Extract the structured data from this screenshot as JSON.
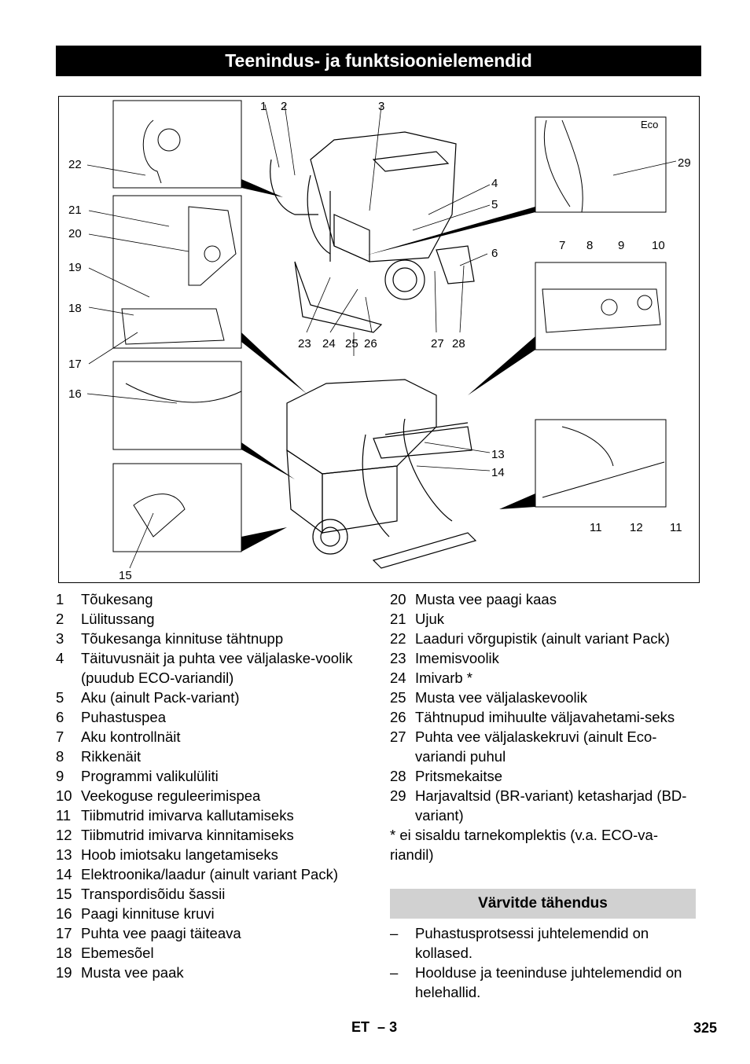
{
  "title": "Teenindus- ja funktsioonielemendid",
  "figure": {
    "callouts": [
      "1",
      "2",
      "3",
      "4",
      "5",
      "6",
      "7",
      "8",
      "9",
      "10",
      "11",
      "11",
      "12",
      "13",
      "14",
      "15",
      "16",
      "17",
      "18",
      "19",
      "20",
      "21",
      "22",
      "23",
      "24",
      "25",
      "26",
      "27",
      "28",
      "29"
    ],
    "eco_label": "Eco"
  },
  "legend_left": [
    {
      "num": "1",
      "text": "Tõukesang"
    },
    {
      "num": "2",
      "text": "Lülitussang"
    },
    {
      "num": "3",
      "text": "Tõukesanga kinnituse tähtnupp"
    },
    {
      "num": "4",
      "text": "Täituvusnäit ja puhta vee väljalaske-voolik (puudub ECO-variandil)"
    },
    {
      "num": "5",
      "text": "Aku (ainult Pack-variant)"
    },
    {
      "num": "6",
      "text": "Puhastuspea"
    },
    {
      "num": "7",
      "text": "Aku kontrollnäit"
    },
    {
      "num": "8",
      "text": "Rikkenäit"
    },
    {
      "num": "9",
      "text": "Programmi valikulüliti"
    },
    {
      "num": "10",
      "text": "Veekoguse reguleerimispea"
    },
    {
      "num": "11",
      "text": "Tiibmutrid imivarva kallutamiseks"
    },
    {
      "num": "12",
      "text": "Tiibmutrid imivarva kinnitamiseks"
    },
    {
      "num": "13",
      "text": "Hoob imiotsaku langetamiseks"
    },
    {
      "num": "14",
      "text": "Elektroonika/laadur (ainult variant Pack)"
    },
    {
      "num": "15",
      "text": "Transpordisõidu šassii"
    },
    {
      "num": "16",
      "text": "Paagi kinnituse kruvi"
    },
    {
      "num": "17",
      "text": "Puhta vee paagi täiteava"
    },
    {
      "num": "18",
      "text": "Ebemesõel"
    },
    {
      "num": "19",
      "text": "Musta vee paak"
    }
  ],
  "legend_right": [
    {
      "num": "20",
      "text": "Musta vee paagi kaas"
    },
    {
      "num": "21",
      "text": "Ujuk"
    },
    {
      "num": "22",
      "text": "Laaduri võrgupistik (ainult variant Pack)"
    },
    {
      "num": "23",
      "text": "Imemisvoolik"
    },
    {
      "num": "24",
      "text": "Imivarb *"
    },
    {
      "num": "25",
      "text": "Musta vee väljalaskevoolik"
    },
    {
      "num": "26",
      "text": "Tähtnupud imihuulte väljavahetami-seks"
    },
    {
      "num": "27",
      "text": "Puhta vee väljalaskekruvi (ainult Eco-variandi puhul"
    },
    {
      "num": "28",
      "text": "Pritsmekaitse"
    },
    {
      "num": "29",
      "text": "Harjavaltsid (BR-variant) ketasharjad (BD-variant)"
    }
  ],
  "note": "* ei sisaldu tarnekomplektis (v.a. ECO-va-riandil)",
  "colors_heading": "Värvitde tähendus",
  "colors_items": [
    {
      "bullet": "–",
      "text": "Puhastusprotsessi juhtelemendid on kollased."
    },
    {
      "bullet": "–",
      "text": "Hoolduse ja teeninduse juhtelemendid on helehallid."
    }
  ],
  "footer": {
    "lang": "ET",
    "sep": "–",
    "page_in_section": "3",
    "page_number": "325"
  }
}
